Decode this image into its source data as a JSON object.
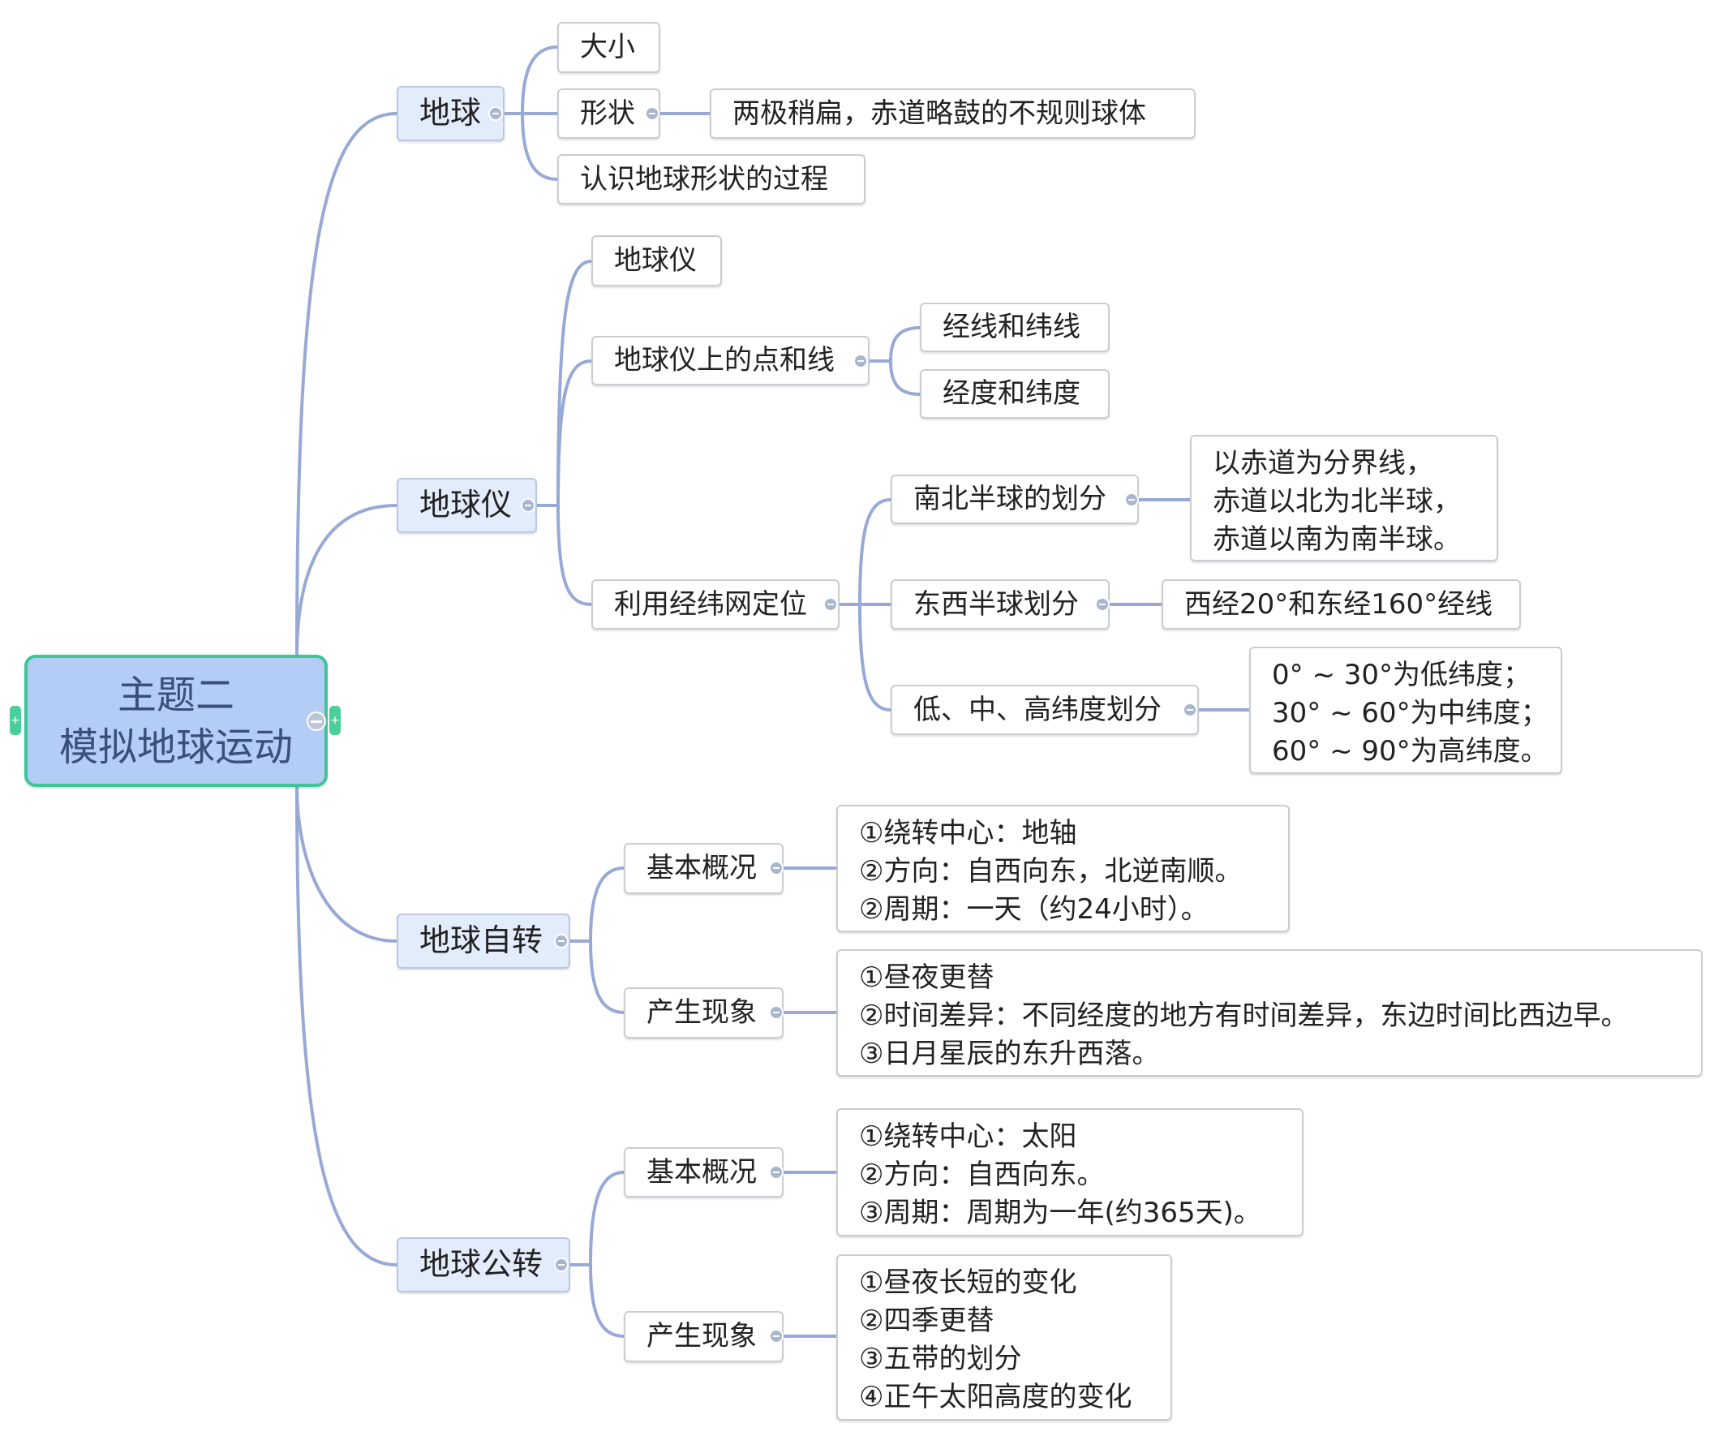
{
  "root": {
    "line1": "主题二",
    "line2": "模拟地球运动",
    "handle_label": "+"
  },
  "colors": {
    "root_bg": "#b4cdf6",
    "root_border": "#3fc49a",
    "link": "#98a9d6",
    "level1_bg": "#e3ecfb"
  },
  "branches": {
    "earth": {
      "label": "地球",
      "children": {
        "size": "大小",
        "shape": "形状",
        "shape_detail": "两极稍扁，赤道略鼓的不规则球体",
        "process": "认识地球形状的过程"
      }
    },
    "globe": {
      "label": "地球仪",
      "children": {
        "globe": "地球仪",
        "points_lines": "地球仪上的点和线",
        "meridian_parallel": "经线和纬线",
        "longitude_latitude": "经度和纬度",
        "grid_positioning": "利用经纬网定位",
        "ns_division": "南北半球的划分",
        "ns_detail": [
          "以赤道为分界线，",
          "赤道以北为北半球，",
          "赤道以南为南半球。"
        ],
        "ew_division": "东西半球划分",
        "ew_detail": "西经20°和东经160°经线",
        "lat_division": "低、中、高纬度划分",
        "lat_detail": [
          "0° ~ 30°为低纬度；",
          "30° ~ 60°为中纬度；",
          "60° ~ 90°为高纬度。"
        ]
      }
    },
    "rotation": {
      "label": "地球自转",
      "basics_label": "基本概况",
      "basics": [
        "①绕转中心：地轴",
        "②方向：自西向东，北逆南顺。",
        "②周期：一天（约24小时）。"
      ],
      "phenomena_label": "产生现象",
      "phenomena": [
        "①昼夜更替",
        "②时间差异：不同经度的地方有时间差异，东边时间比西边早。",
        "③日月星辰的东升西落。"
      ]
    },
    "revolution": {
      "label": "地球公转",
      "basics_label": "基本概况",
      "basics": [
        "①绕转中心：太阳",
        "②方向：自西向东。",
        "③周期：周期为一年(约365天)。"
      ],
      "phenomena_label": "产生现象",
      "phenomena": [
        "①昼夜长短的变化",
        "②四季更替",
        "③五带的划分",
        "④正午太阳高度的变化"
      ]
    }
  }
}
